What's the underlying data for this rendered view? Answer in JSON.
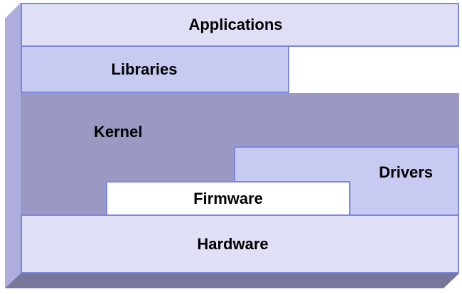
{
  "diagram": {
    "description": "3D block diagram of an operating system software stack",
    "layers": [
      {
        "id": "applications",
        "label": "Applications"
      },
      {
        "id": "libraries",
        "label": "Libraries"
      },
      {
        "id": "kernel",
        "label": "Kernel"
      },
      {
        "id": "drivers",
        "label": "Drivers"
      },
      {
        "id": "firmware",
        "label": "Firmware"
      },
      {
        "id": "hardware",
        "label": "Hardware"
      }
    ]
  },
  "colors": {
    "border": "#7d87de",
    "applications_fill": "#dfdff6",
    "libraries_fill": "#c7caf1",
    "kernel_fill": "#9a99c4",
    "drivers_fill": "#c7caf1",
    "firmware_fill": "#ffffff",
    "hardware_fill": "#dfe0f6",
    "left_face": "#aeaede",
    "bottom_face": "#77779b",
    "text": "#000000"
  }
}
